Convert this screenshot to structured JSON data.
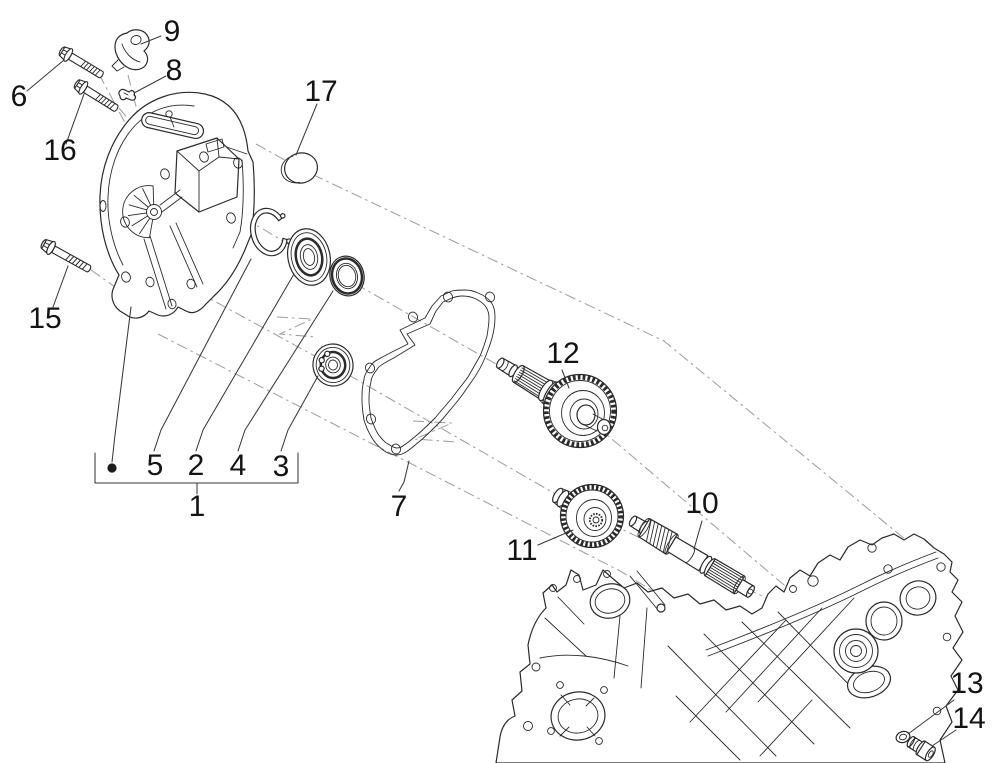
{
  "figure": {
    "type": "exploded-parts-diagram",
    "background_color": "#ffffff",
    "line_color": "#2b2b2b",
    "axis_line_color": "#a0a0a0",
    "group_dot": "•",
    "callouts": {
      "c1": "1",
      "c2": "2",
      "c3": "3",
      "c4": "4",
      "c5": "5",
      "c6": "6",
      "c7": "7",
      "c8": "8",
      "c9": "9",
      "c10": "10",
      "c11": "11",
      "c12": "12",
      "c13": "13",
      "c14": "14",
      "c15": "15",
      "c16": "16",
      "c17": "17"
    }
  }
}
